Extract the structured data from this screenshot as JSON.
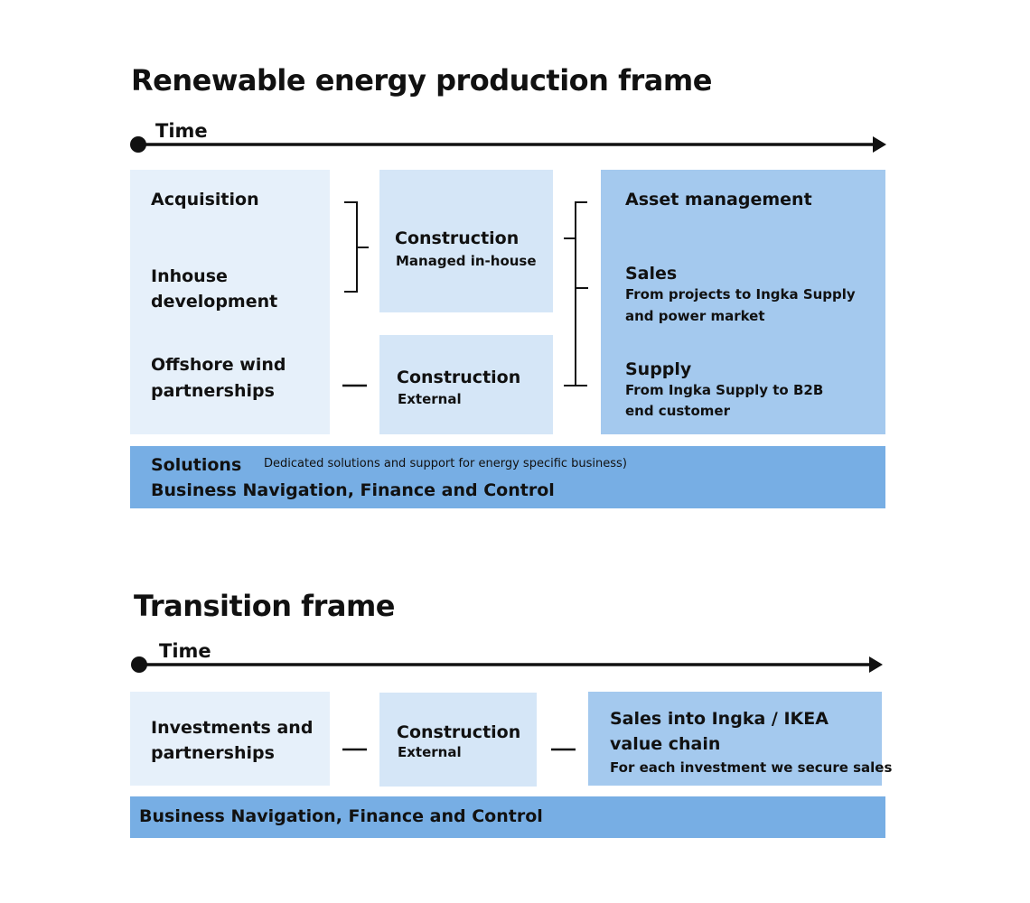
{
  "colors": {
    "light": "#e6f0fa",
    "mid": "#d5e6f7",
    "strong": "#a4c9ee",
    "band": "#77aee4",
    "ink": "#111111"
  },
  "frame1": {
    "title": "Renewable energy production frame",
    "time_label": "Time",
    "col1": {
      "acquisition": "Acquisition",
      "inhouse_line1": "Inhouse",
      "inhouse_line2": "development",
      "offshore_line1": "Offshore wind",
      "offshore_line2": "partnerships"
    },
    "construction_inhouse": {
      "title": "Construction",
      "sub": "Managed in-house"
    },
    "construction_external": {
      "title": "Construction",
      "sub": "External"
    },
    "col3": {
      "asset_management": "Asset management",
      "sales_title": "Sales",
      "sales_line1": "From projects to Ingka Supply",
      "sales_line2": "and power market",
      "supply_title": "Supply",
      "supply_line1": "From Ingka Supply to B2B",
      "supply_line2": "end customer"
    },
    "band": {
      "solutions": "Solutions",
      "solutions_note": "Dedicated solutions and support for energy specific business)",
      "bnfc": "Business Navigation, Finance and Control"
    }
  },
  "frame2": {
    "title": "Transition frame",
    "time_label": "Time",
    "investments_line1": "Investments and",
    "investments_line2": "partnerships",
    "construction": {
      "title": "Construction",
      "sub": "External"
    },
    "sales_line1": "Sales into Ingka / IKEA",
    "sales_line2": "value chain",
    "sales_note": "For each investment we secure sales",
    "band": {
      "bnfc": "Business Navigation, Finance and Control"
    }
  }
}
